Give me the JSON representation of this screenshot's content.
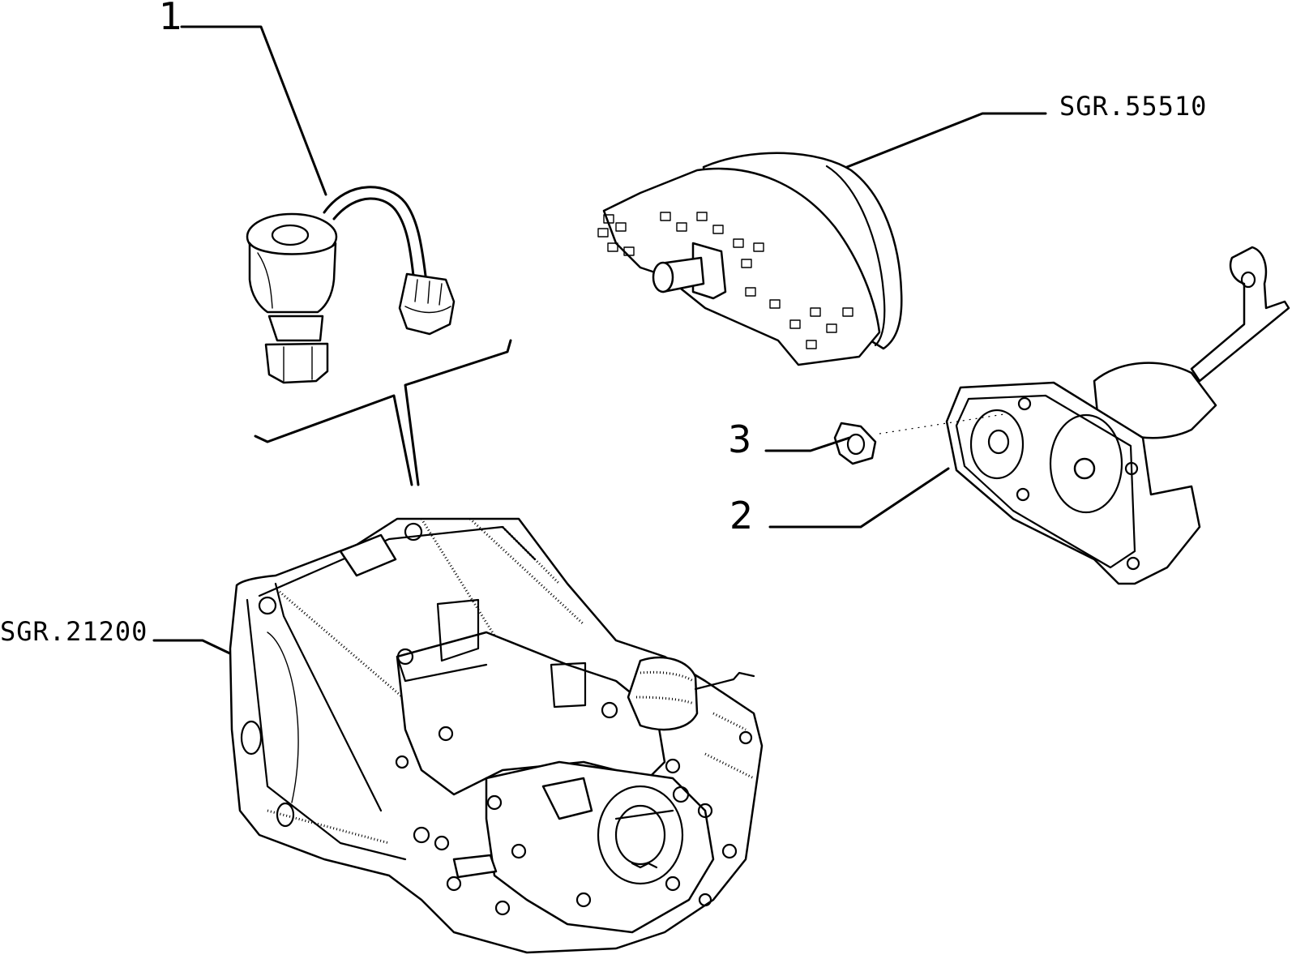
{
  "callouts": {
    "c1": "1",
    "c2": "2",
    "c3": "3"
  },
  "references": {
    "instrument": "SGR.55510",
    "gearbox": "SGR.21200"
  },
  "colors": {
    "ink": "#000000",
    "paper": "#ffffff"
  }
}
